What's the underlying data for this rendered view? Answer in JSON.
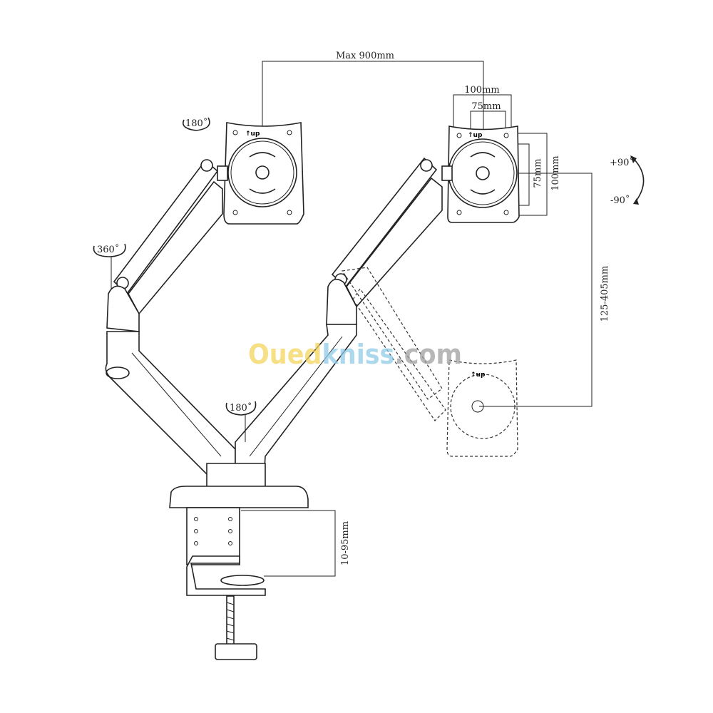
{
  "dimensions": {
    "max_width": "Max 900mm",
    "vesa_h_100": "100mm",
    "vesa_h_75": "75mm",
    "vesa_v_75": "75mm",
    "vesa_v_100": "100mm",
    "height_range": "125-405mm",
    "clamp_range": "10-95mm"
  },
  "rotations": {
    "left_plate": "180˚",
    "left_arm": "360˚",
    "center": "180˚",
    "tilt_up": "+90˚",
    "tilt_down": "-90˚"
  },
  "plate_marks": {
    "left": "↑up",
    "right": "↑up",
    "dashed": "↑up"
  },
  "watermark": {
    "part1": "Oued",
    "part2": "kniss",
    "part3": ".com",
    "colors": {
      "part1": "#f3d55b",
      "part2": "#8fcbe8",
      "part3": "#a0a0a0"
    }
  }
}
